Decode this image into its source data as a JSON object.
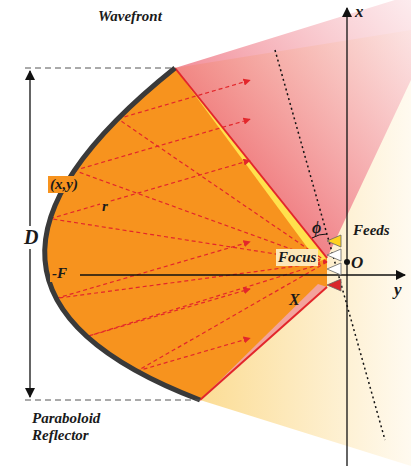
{
  "diagram": {
    "labels": [
      "Wavefront",
      "x",
      "D",
      "(x,y)",
      "ϕ",
      "Feeds",
      "-F",
      "r",
      "Focus",
      "O",
      "y",
      "X",
      "Paraboloid Reflector"
    ]
  }
}
